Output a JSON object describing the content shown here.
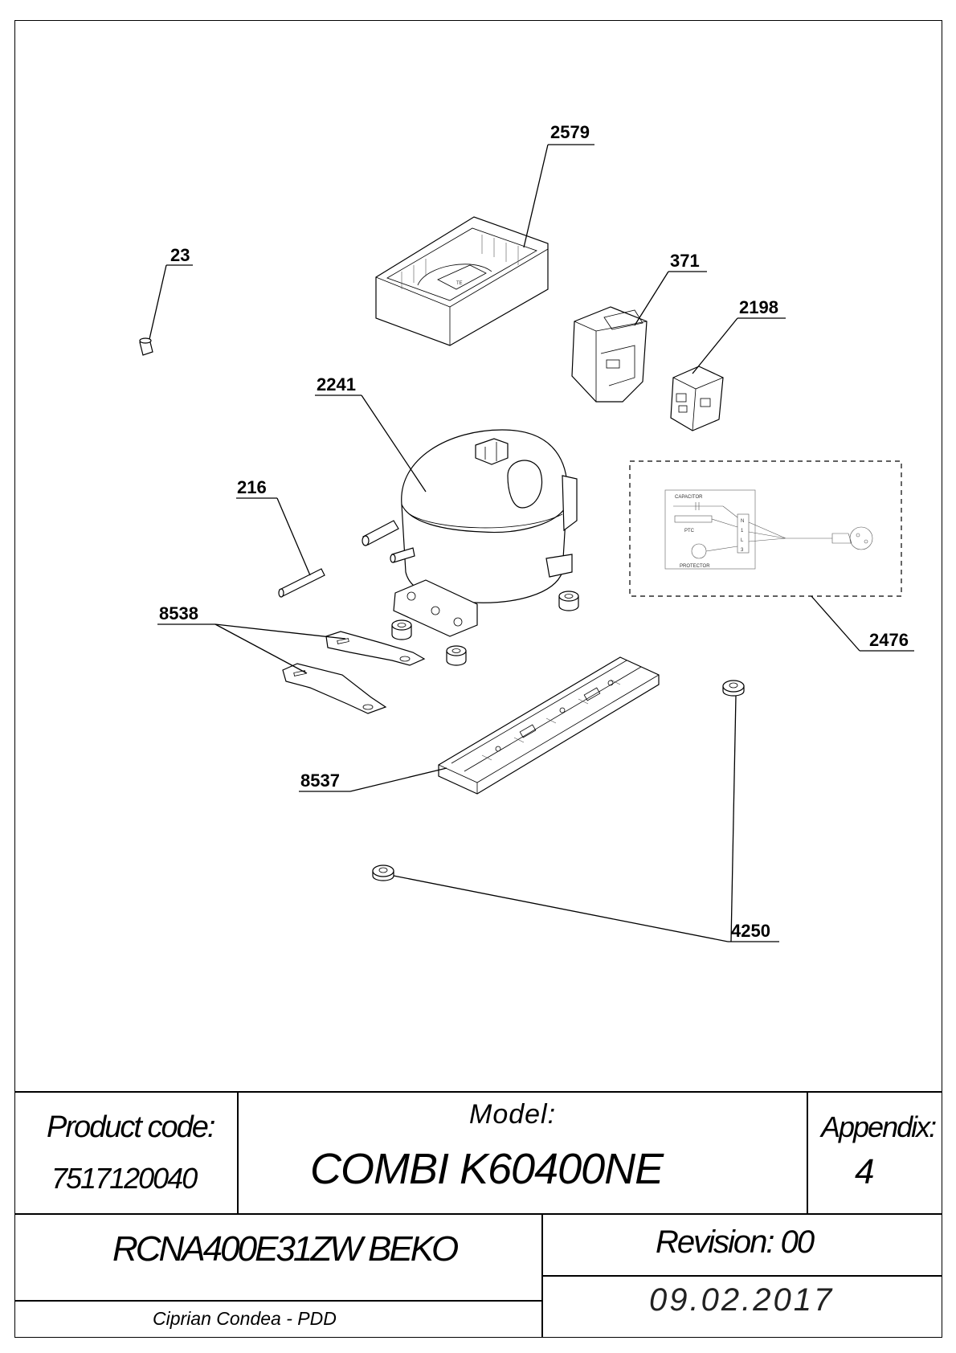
{
  "callouts": {
    "c2579": "2579",
    "c23": "23",
    "c371": "371",
    "c2198": "2198",
    "c2241": "2241",
    "c216": "216",
    "c8538": "8538",
    "c2476": "2476",
    "c8537": "8537",
    "c4250": "4250"
  },
  "schematic": {
    "capacitor": "CAPACITOR",
    "ptc": "PTC",
    "protector": "PROTECTOR",
    "terminal_n": "N",
    "terminal_1": "1",
    "terminal_l": "L",
    "terminal_3": "3"
  },
  "compressor_plate": "TE",
  "title_block": {
    "product_code_label": "Product code:",
    "product_code_value": "7517120040",
    "model_label": "Model:",
    "model_value": "COMBI K60400NE",
    "appendix_label": "Appendix:",
    "appendix_value": "4",
    "variant": "RCNA400E31ZW BEKO",
    "revision": "Revision: 00",
    "author": "Ciprian Condea - PDD",
    "date": "09.02.2017"
  }
}
